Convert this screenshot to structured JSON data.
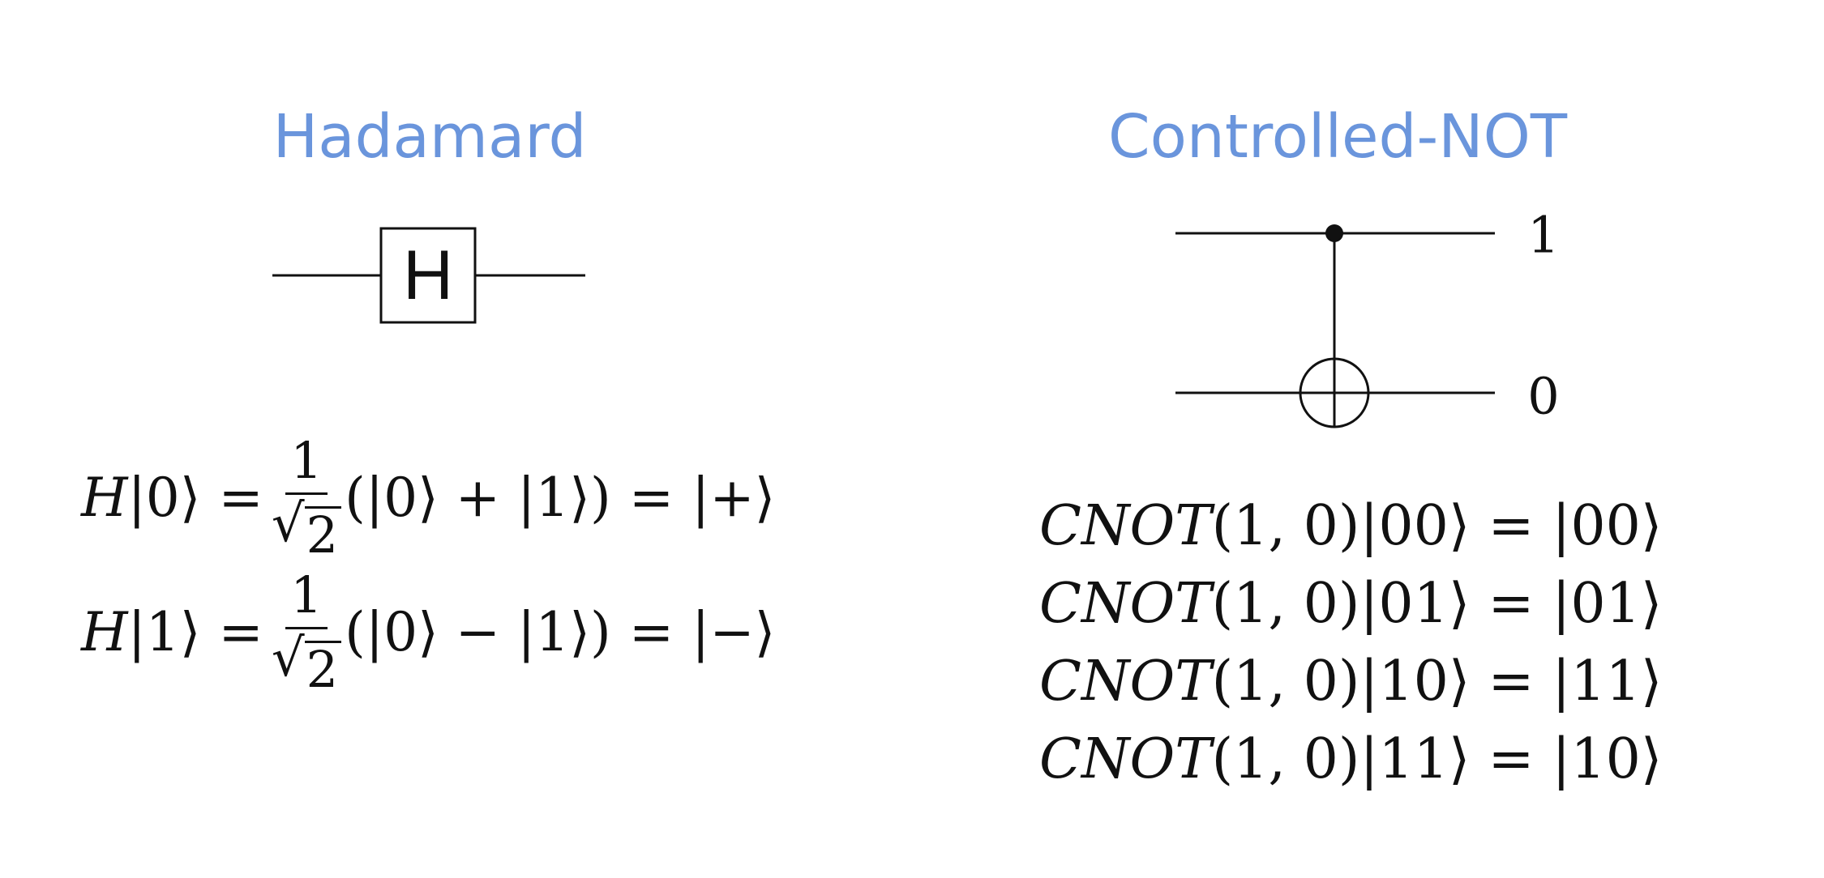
{
  "hadamard": {
    "title": "Hadamard",
    "gate_label": "H",
    "equations": [
      {
        "lhs_op": "H",
        "lhs_ket": "|0⟩",
        "equals": "=",
        "frac_num": "1",
        "frac_den": "2",
        "rhs_expr": "(|0⟩ + |1⟩)",
        "rhs_state": "|+⟩"
      },
      {
        "lhs_op": "H",
        "lhs_ket": "|1⟩",
        "equals": "=",
        "frac_num": "1",
        "frac_den": "2",
        "rhs_expr": "(|0⟩ − |1⟩)",
        "rhs_state": "|−⟩"
      }
    ]
  },
  "cnot": {
    "title": "Controlled-NOT",
    "wire_labels": [
      "1",
      "0"
    ],
    "rows": [
      {
        "op": "CNOT",
        "args": "(1, 0)",
        "input": "|00⟩",
        "equals": "=",
        "output": "|00⟩"
      },
      {
        "op": "CNOT",
        "args": "(1, 0)",
        "input": "|01⟩",
        "equals": "=",
        "output": "|01⟩"
      },
      {
        "op": "CNOT",
        "args": "(1, 0)",
        "input": "|10⟩",
        "equals": "=",
        "output": "|11⟩"
      },
      {
        "op": "CNOT",
        "args": "(1, 0)",
        "input": "|11⟩",
        "equals": "=",
        "output": "|10⟩"
      }
    ]
  }
}
